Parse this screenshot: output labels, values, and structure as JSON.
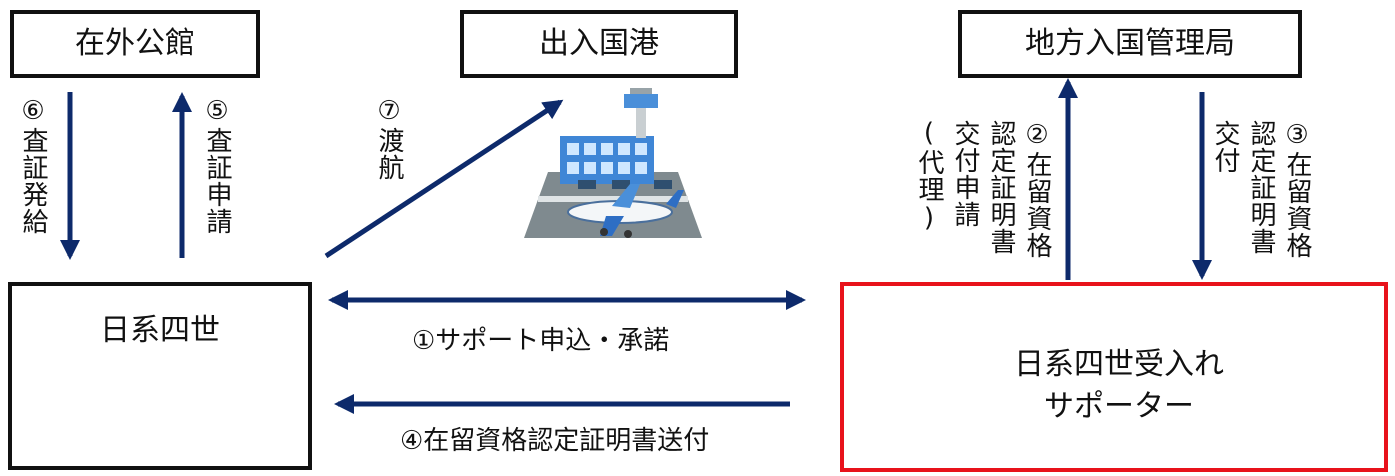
{
  "nodes": {
    "zaigai": "在外公館",
    "port": "出入国港",
    "bureau": "地方入国管理局",
    "nikkei": "日系四世",
    "supporter_line1": "日系四世受入れ",
    "supporter_line2": "サポーター"
  },
  "edges": {
    "e6": "⑥査証発給",
    "e5": "⑤査証申請",
    "e7": "⑦渡航",
    "e2_col1": "②在留資格",
    "e2_col2": "認定証明書",
    "e2_col3": "交付申請",
    "e2_col4": "(代理)",
    "e3_col1": "③在留資格",
    "e3_col2": "認定証明書",
    "e3_col3": "交付",
    "e1": "①サポート申込・承諾",
    "e4": "④在留資格認定証明書送付"
  },
  "colors": {
    "arrow": "#0d2a6b",
    "supporter_border": "#e8121b",
    "box_border": "#111111"
  },
  "icons": [
    "airport-illustration",
    "young-man-icon",
    "young-woman-icon",
    "woman-supporter-icon",
    "man-supporter-icon"
  ]
}
